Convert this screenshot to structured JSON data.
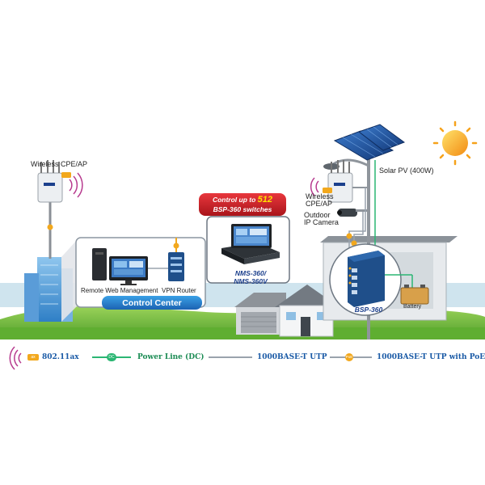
{
  "labels": {
    "wireless_left": "Wireless CPE/AP",
    "wireless_right_1": "Wireless",
    "wireless_right_2": "CPE/AP",
    "camera_1": "Outdoor",
    "camera_2": "IP Camera",
    "solar": "Solar PV (400W)",
    "remote_web": "Remote Web Management",
    "vpn_router": "VPN Router",
    "control_center": "Control Center",
    "battery": "Battery"
  },
  "banner": {
    "line1_prefix": "Control up to ",
    "number": "512",
    "line2": "BSP-360 switches"
  },
  "products": {
    "nms_1": "NMS-360/",
    "nms_2": "NMS-360V",
    "bsp": "BSP-360"
  },
  "legend": {
    "wifi": "802.11ax",
    "power": "Power Line (DC)",
    "utp": "1000BASE-T UTP",
    "poe": "1000BASE-T UTP with PoE",
    "wifi_badge": "ax",
    "power_badge": "DC",
    "poe_badge": "PoE"
  },
  "colors": {
    "grass": "#6bbf3a",
    "sky_building": "#5aa6dd",
    "power_line": "#2bb673",
    "utp_line": "#9aa3ad",
    "poe_line": "#f2a81d",
    "banner": "#d42027",
    "brand_blue": "#1b3f8c"
  }
}
